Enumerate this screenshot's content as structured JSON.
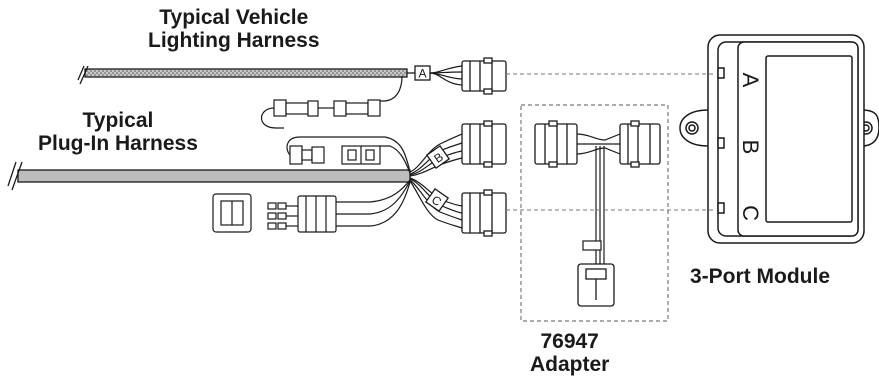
{
  "labels": {
    "vehicle_harness": [
      "Typical Vehicle",
      "Lighting Harness"
    ],
    "plugin_harness": [
      "Typical",
      "Plug-In Harness"
    ],
    "module": "3-Port Module",
    "adapter": [
      "76947",
      "Adapter"
    ]
  },
  "ports": [
    "A",
    "B",
    "C"
  ],
  "colors": {
    "line": "#1a1a1a",
    "harness_fill": "#bdbdbd",
    "dash": "#7a7a7a"
  }
}
